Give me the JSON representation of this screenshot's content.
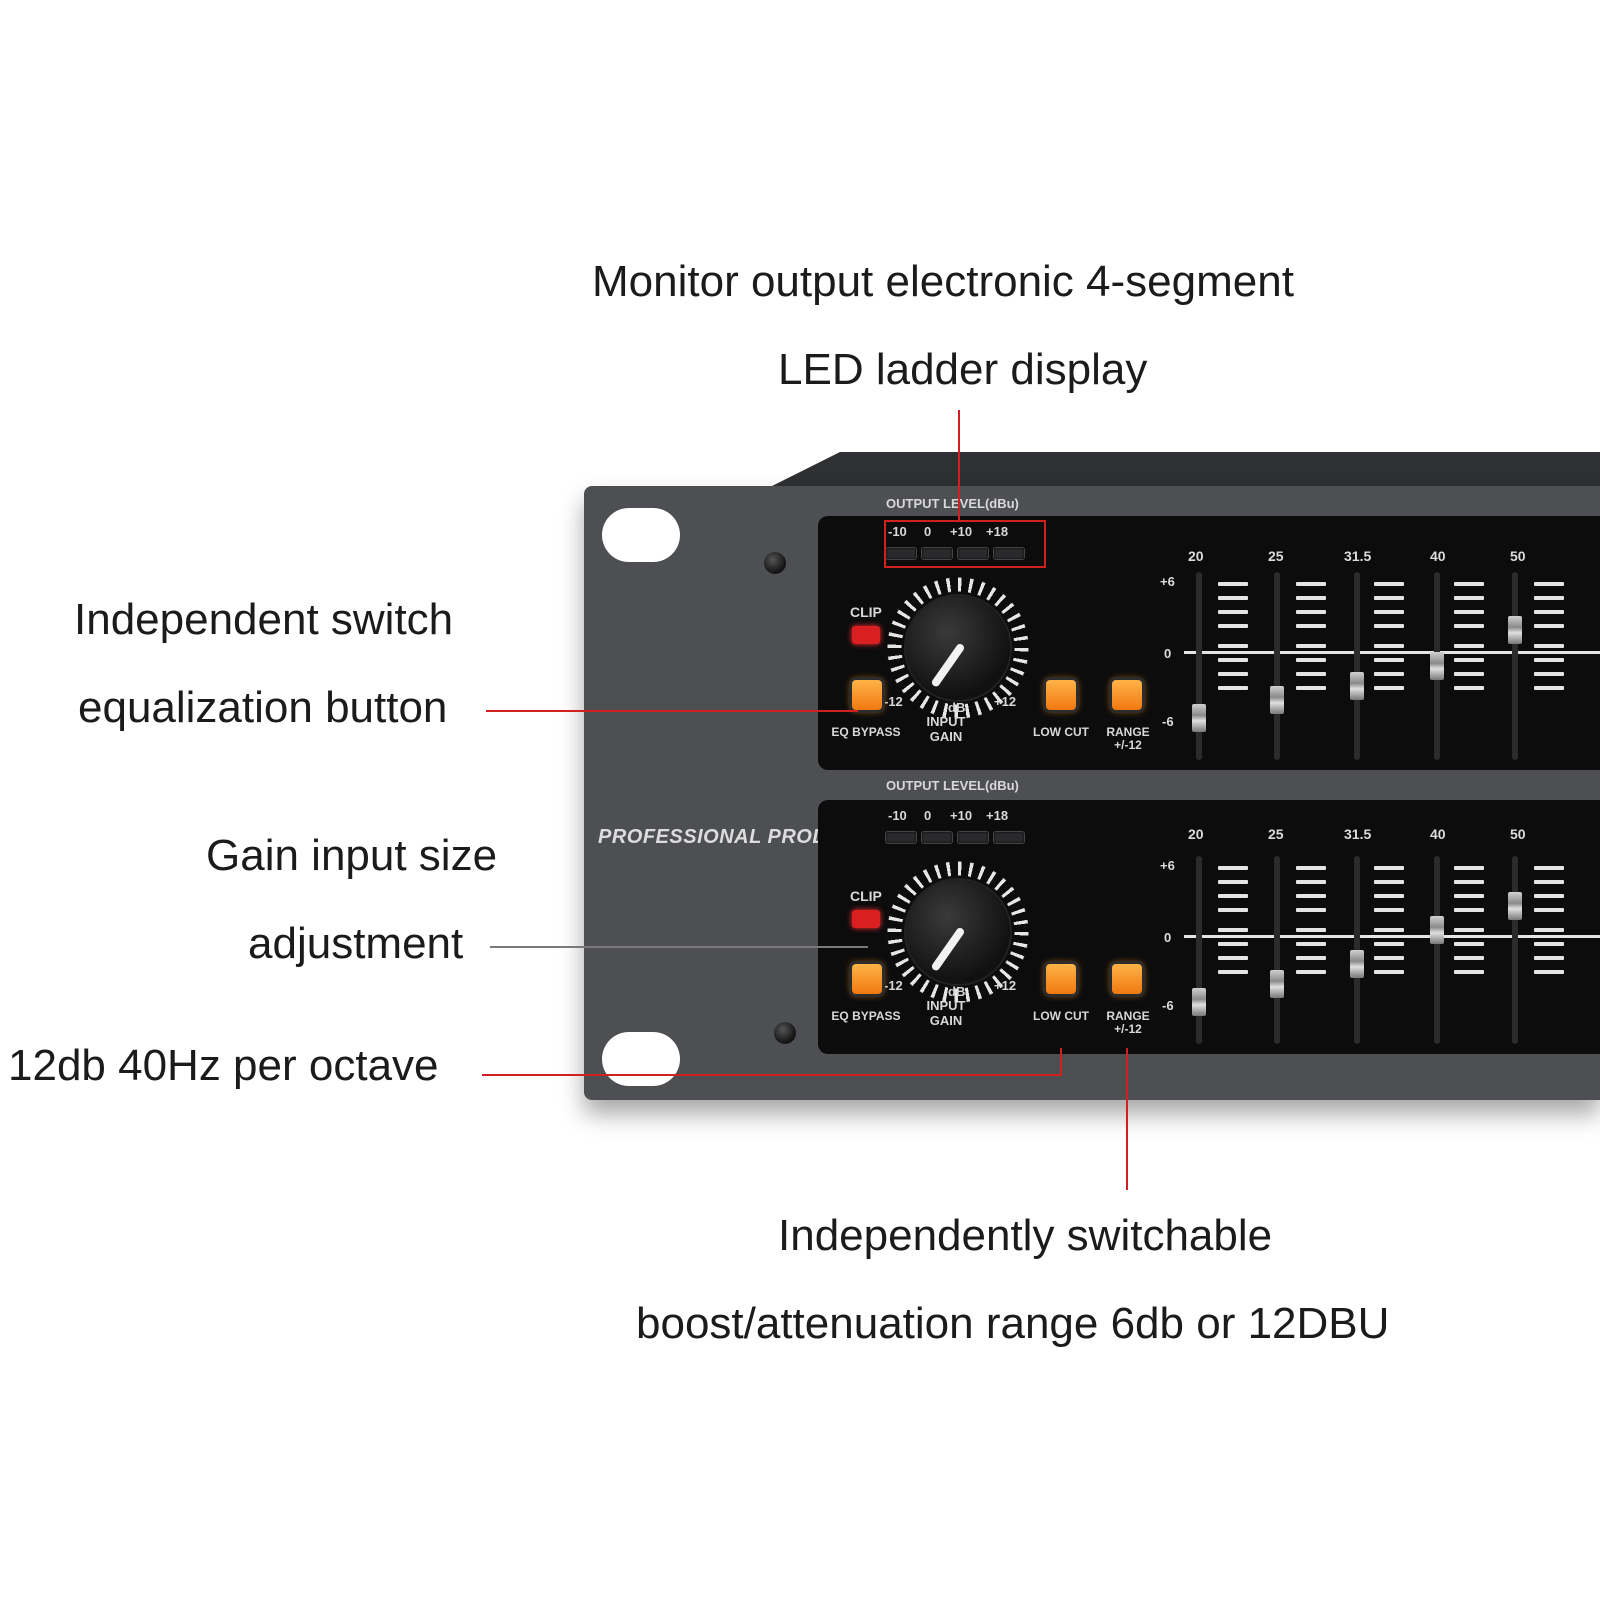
{
  "callouts": {
    "monitor_line1": "Monitor output electronic 4-segment",
    "monitor_line2": "LED ladder display",
    "eq_line1": "Independent switch",
    "eq_line2": "equalization button",
    "gain_line1": "Gain input size",
    "gain_line2": "adjustment",
    "lowcut": "12db 40Hz per octave",
    "range_line1": "Independently switchable",
    "range_line2": "boost/attenuation range 6db or 12DBU"
  },
  "device": {
    "brand": "PROFESSIONAL PRODUCTS",
    "output_level": "OUTPUT LEVEL(dBu)",
    "led_scale": [
      "-10",
      "0",
      "+10",
      "+18"
    ],
    "clip": "CLIP",
    "eq_bypass": "EQ BYPASS",
    "gain_db": "dB",
    "gain_min": "-12",
    "gain_max": "+12",
    "input_gain": "INPUT GAIN",
    "low_cut": "LOW CUT",
    "range": "RANGE +/-12",
    "frequencies": [
      "20",
      "25",
      "31.5",
      "40",
      "50"
    ],
    "db_scale": [
      "+6",
      "0",
      "-6"
    ]
  },
  "colors": {
    "callout_line": "#d02020",
    "button_amber": "#f59a22",
    "clip_red": "#d91f1f"
  }
}
